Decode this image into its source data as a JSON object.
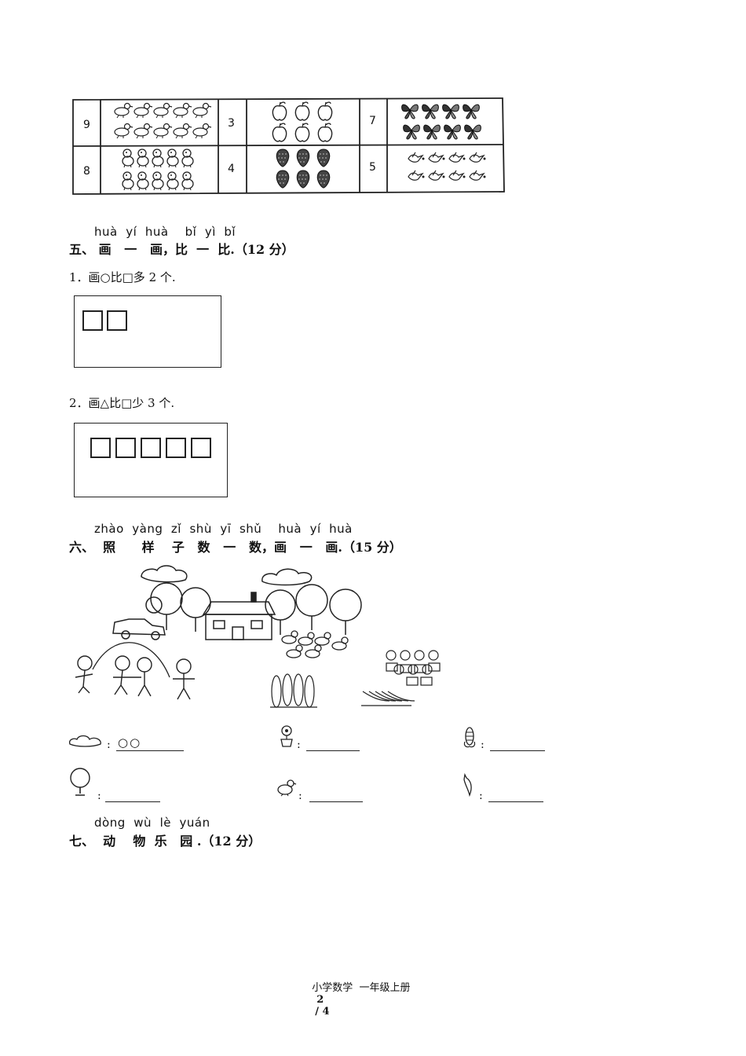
{
  "compare_table": {
    "rows": [
      [
        {
          "number": "9",
          "icon": "duck-icon"
        },
        {
          "number": "3",
          "icon": "apple-icon"
        },
        {
          "number": "7",
          "icon": "butterfly-icon"
        }
      ],
      [
        {
          "number": "8",
          "icon": "chick-icon"
        },
        {
          "number": "4",
          "icon": "strawberry-icon"
        },
        {
          "number": "5",
          "icon": "bird-icon"
        }
      ]
    ]
  },
  "section5": {
    "pinyin": "huà  yí  huà    bǐ  yì  bǐ",
    "heading": "五、 画   一   画，比  一  比.（12 分）",
    "q1": "1．画○比□多 2 个.",
    "q2": "2．画△比□少 3 个."
  },
  "section6": {
    "pinyin": "zhào  yàng  zǐ  shù  yī  shǔ    huà  yí  huà",
    "heading": "六、  照      样    子   数   一   数，画   一   画.（15 分）",
    "scene_icon": "scene-illustration",
    "items": [
      {
        "icon": "cloud-icon",
        "colon": ":",
        "answer": "○○"
      },
      {
        "icon": "flower-pot-icon",
        "colon": ":",
        "answer": ""
      },
      {
        "icon": "corn-icon",
        "colon": ":",
        "answer": ""
      },
      {
        "icon": "tree-icon",
        "colon": ":",
        "answer": ""
      },
      {
        "icon": "duck-icon",
        "colon": ":",
        "answer": ""
      },
      {
        "icon": "chili-icon",
        "colon": ":",
        "answer": ""
      }
    ]
  },
  "section7": {
    "pinyin": "dòng  wù  lè  yuán",
    "heading": "七、  动    物  乐   园 .（12 分）"
  },
  "footer": {
    "text": "小学数学  一年级上册",
    "page": "2",
    "total": "/ 4"
  }
}
